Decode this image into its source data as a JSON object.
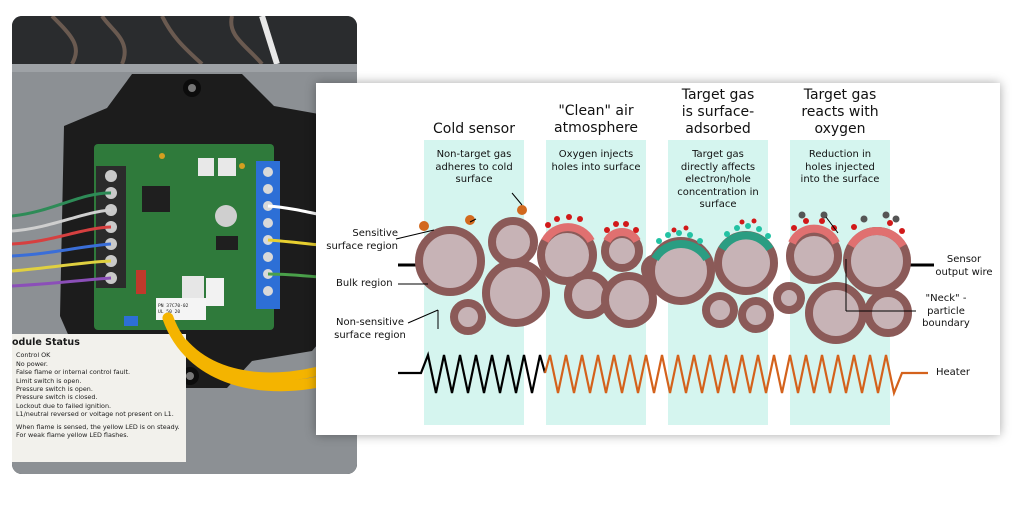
{
  "photo": {
    "status_card": {
      "title": "odule Status",
      "lines": [
        "Control OK",
        "No power.",
        "False flame or internal control fault.",
        "Limit switch is open.",
        "Pressure switch is open.",
        "Pressure switch is closed.",
        "Lockout due to failed ignition.",
        "L1/neutral reversed or voltage not present on L1."
      ],
      "footer_lines": [
        "When flame is sensed, the yellow LED is on steady.",
        "For weak flame yellow LED flashes."
      ]
    },
    "pcb_label_lines": [
      "PN  37C70-02",
      "UL 50 20"
    ],
    "colors": {
      "board": "#2f7a3b",
      "housing": "#1c1c1c",
      "terminal_blue": "#2d6fd6",
      "arrow": "#f4b400"
    }
  },
  "diagram": {
    "stages": [
      {
        "title_lines": [
          "Cold sensor"
        ],
        "desc_lines": [
          "Non-target gas",
          "adheres to cold",
          "surface"
        ]
      },
      {
        "title_lines": [
          "\"Clean\" air",
          "atmosphere"
        ],
        "desc_lines": [
          "Oxygen injects",
          "holes into surface"
        ]
      },
      {
        "title_lines": [
          "Target gas",
          "is surface-",
          "adsorbed"
        ],
        "desc_lines": [
          "Target gas",
          "directly affects",
          "electron/hole",
          "concentration in",
          "surface"
        ]
      },
      {
        "title_lines": [
          "Target gas",
          "reacts with",
          "oxygen"
        ],
        "desc_lines": [
          "Reduction in",
          "holes injected",
          "into the surface"
        ]
      }
    ],
    "labels": {
      "sensitive_region": [
        "Sensitive",
        "surface region"
      ],
      "bulk_region": "Bulk region",
      "non_sensitive_region": [
        "Non-sensitive",
        "surface region"
      ],
      "sensor_output": [
        "Sensor",
        "output wire"
      ],
      "neck": [
        "\"Neck\" -",
        "particle",
        "boundary"
      ],
      "heater": "Heater"
    },
    "colors": {
      "panel": "#d5f5ef",
      "particle_fill": "#c7b3b6",
      "particle_outline": "#8b5a58",
      "oxygen_surface": "#e07070",
      "target_surface": "#2a9d82",
      "oxygen_dot": "#d11919",
      "target_dot": "#22c2a3",
      "nontarget_dot": "#d2691e",
      "heater_cold": "#000000",
      "heater_hot": "#d4621c"
    }
  }
}
